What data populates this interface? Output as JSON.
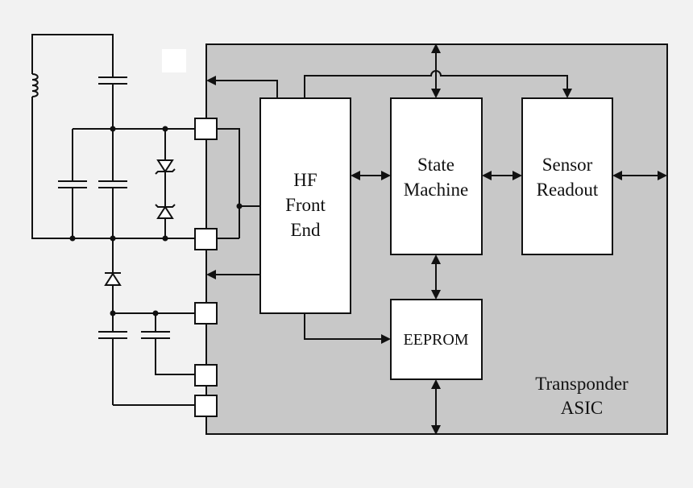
{
  "colors": {
    "page_background": "#f2f2f2",
    "asic_fill": "#c8c8c8",
    "block_fill": "#ffffff",
    "line": "#111111"
  },
  "blocks": {
    "hf_front_end": {
      "lines": [
        "HF",
        "Front",
        "End"
      ]
    },
    "state_machine": {
      "lines": [
        "State",
        "Machine"
      ]
    },
    "sensor_readout": {
      "lines": [
        "Sensor",
        "Readout"
      ]
    },
    "eeprom": {
      "label": "EEPROM"
    }
  },
  "asic": {
    "lines": [
      "Transponder",
      "ASIC"
    ]
  },
  "external_components": {
    "inductor": "inductor-icon",
    "capacitor": "capacitor-icon",
    "diode": "diode-icon",
    "zener_diode": "zener-diode-icon"
  }
}
